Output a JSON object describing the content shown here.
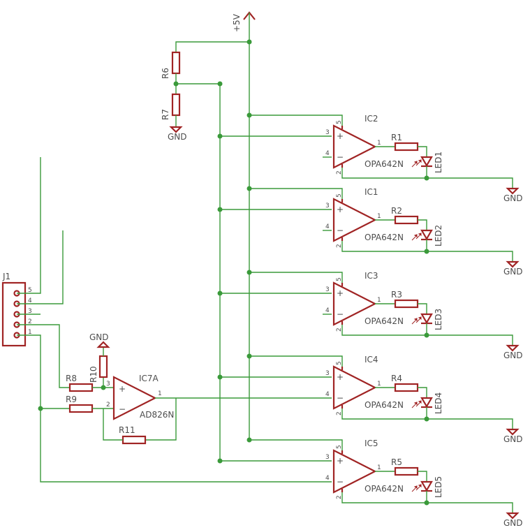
{
  "supply": {
    "label": "+5V"
  },
  "connector": {
    "name": "J1",
    "pins": [
      "5",
      "4",
      "3",
      "2",
      "1"
    ]
  },
  "divider": {
    "r_top": "R6",
    "r_bottom": "R7",
    "gnd": "GND"
  },
  "instr_amp": {
    "name": "IC7A",
    "part": "AD826N",
    "pin_plus": "3",
    "pin_minus": "2",
    "pin_out": "1",
    "r_in_plus": "R8",
    "r_in_minus": "R9",
    "r_pulldown": "R10",
    "r_feedback": "R11",
    "gnd": "GND"
  },
  "stages": [
    {
      "ic": "IC2",
      "part": "OPA642N",
      "res": "R1",
      "led": "LED1",
      "gnd": "GND"
    },
    {
      "ic": "IC1",
      "part": "OPA642N",
      "res": "R2",
      "led": "LED2",
      "gnd": "GND"
    },
    {
      "ic": "IC3",
      "part": "OPA642N",
      "res": "R3",
      "led": "LED3",
      "gnd": "GND"
    },
    {
      "ic": "IC4",
      "part": "OPA642N",
      "res": "R4",
      "led": "LED4",
      "gnd": "GND"
    },
    {
      "ic": "IC5",
      "part": "OPA642N",
      "res": "R5",
      "led": "LED5",
      "gnd": "GND"
    }
  ],
  "opamp_pins": {
    "in_plus": "3",
    "in_minus": "4",
    "vcc": "5",
    "vee": "2",
    "out": "1"
  }
}
